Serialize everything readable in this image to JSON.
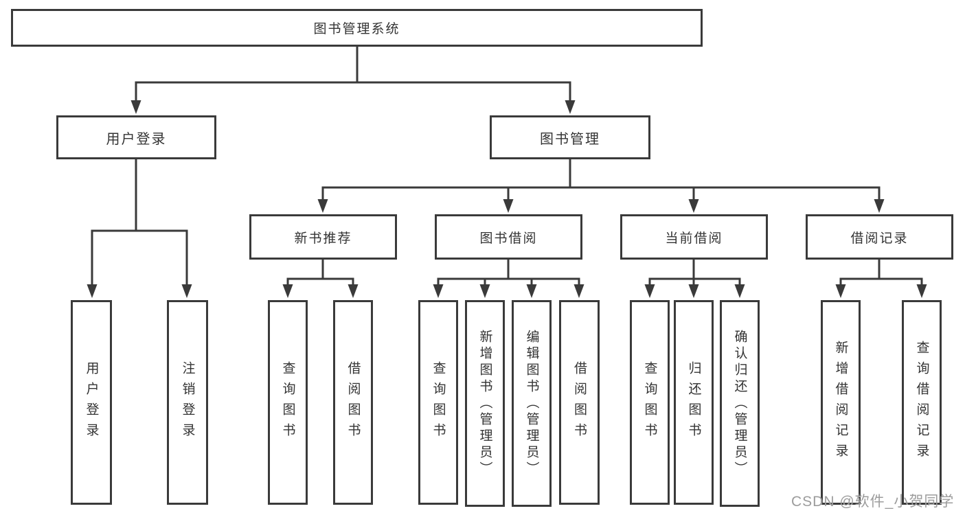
{
  "tree": {
    "label": "图书管理系统",
    "children": [
      {
        "label": "用户登录",
        "children": [
          {
            "label": "用户登录"
          },
          {
            "label": "注销登录"
          }
        ]
      },
      {
        "label": "图书管理",
        "children": [
          {
            "label": "新书推荐",
            "children": [
              {
                "label": "查询图书"
              },
              {
                "label": "借阅图书"
              }
            ]
          },
          {
            "label": "图书借阅",
            "children": [
              {
                "label": "查询图书"
              },
              {
                "label": "新增图书（管理员）"
              },
              {
                "label": "编辑图书（管理员）"
              },
              {
                "label": "借阅图书"
              }
            ]
          },
          {
            "label": "当前借阅",
            "children": [
              {
                "label": "查询图书"
              },
              {
                "label": "归还图书"
              },
              {
                "label": "确认归还（管理员）"
              }
            ]
          },
          {
            "label": "借阅记录",
            "children": [
              {
                "label": "新增借阅记录"
              },
              {
                "label": "查询借阅记录"
              }
            ]
          }
        ]
      }
    ]
  },
  "watermark": "CSDN @软件_小贺同学",
  "colors": {
    "line": "#3a3a3a",
    "box_border": "#3a3a3a",
    "box_background": "#ffffff",
    "text": "#333333",
    "watermark": "#949494",
    "background": "#ffffff"
  }
}
